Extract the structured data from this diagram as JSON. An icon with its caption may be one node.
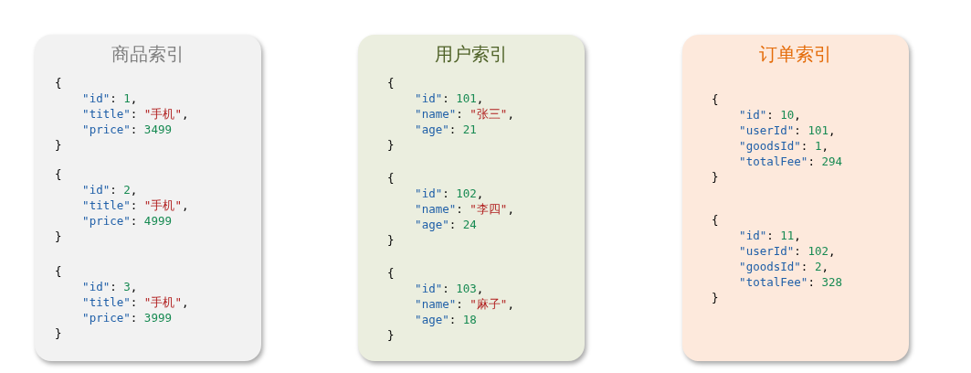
{
  "diagram": {
    "nodes": [
      {
        "text": [
          "商品索引",
          "{ \"id\": 1, \"title\": \"手机\", \"price\": 3499 }",
          "{ \"id\": 2, \"title\": \"手机\", \"price\": 4999 }",
          "{ \"id\": 3, \"title\": \"手机\", \"price\": 3999 }"
        ]
      },
      {
        "text": [
          "用户索引",
          "{ \"id\": 101, \"name\": \"张三\", \"age\": 21 }",
          "{ \"id\": 102, \"name\": \"李四\", \"age\": 24 }",
          "{ \"id\": 103, \"name\": \"麻子\", \"age\": 18 }"
        ]
      },
      {
        "text": [
          "订单索引",
          "{ \"id\": 10, \"userId\": 101, \"goodsId\": 1, \"totalFee\": 294 }",
          "{ \"id\": 11, \"userId\": 102, \"goodsId\": 2, \"totalFee\": 328 }"
        ]
      }
    ]
  }
}
